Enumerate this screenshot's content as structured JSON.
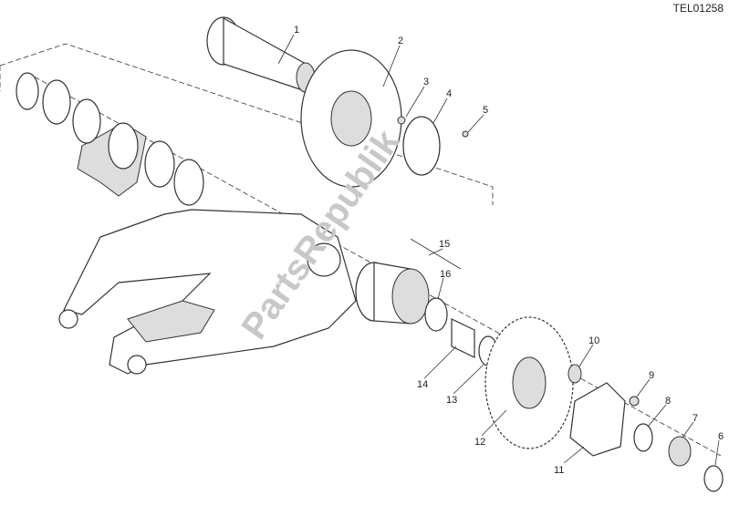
{
  "diagram": {
    "code": "TEL01258",
    "watermark": "PartsRepublik",
    "callouts": [
      "1",
      "2",
      "3",
      "4",
      "5",
      "6",
      "7",
      "8",
      "9",
      "10",
      "11",
      "12",
      "13",
      "14",
      "15",
      "16"
    ]
  }
}
